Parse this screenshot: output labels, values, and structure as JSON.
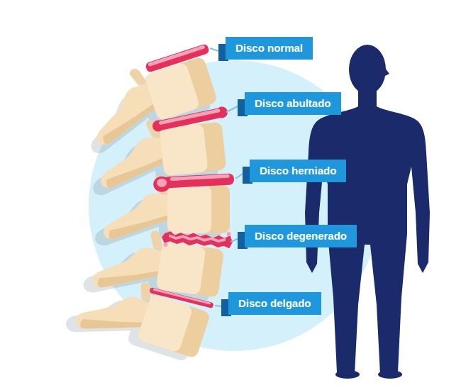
{
  "diagram": {
    "nodes": [
      {
        "text": [
          "Disco normal"
        ]
      },
      {
        "text": [
          "Disco abultado"
        ]
      },
      {
        "text": [
          "Disco herniado"
        ]
      },
      {
        "text": [
          "Disco degenerado"
        ]
      },
      {
        "text": [
          "Disco delgado"
        ]
      }
    ]
  }
}
